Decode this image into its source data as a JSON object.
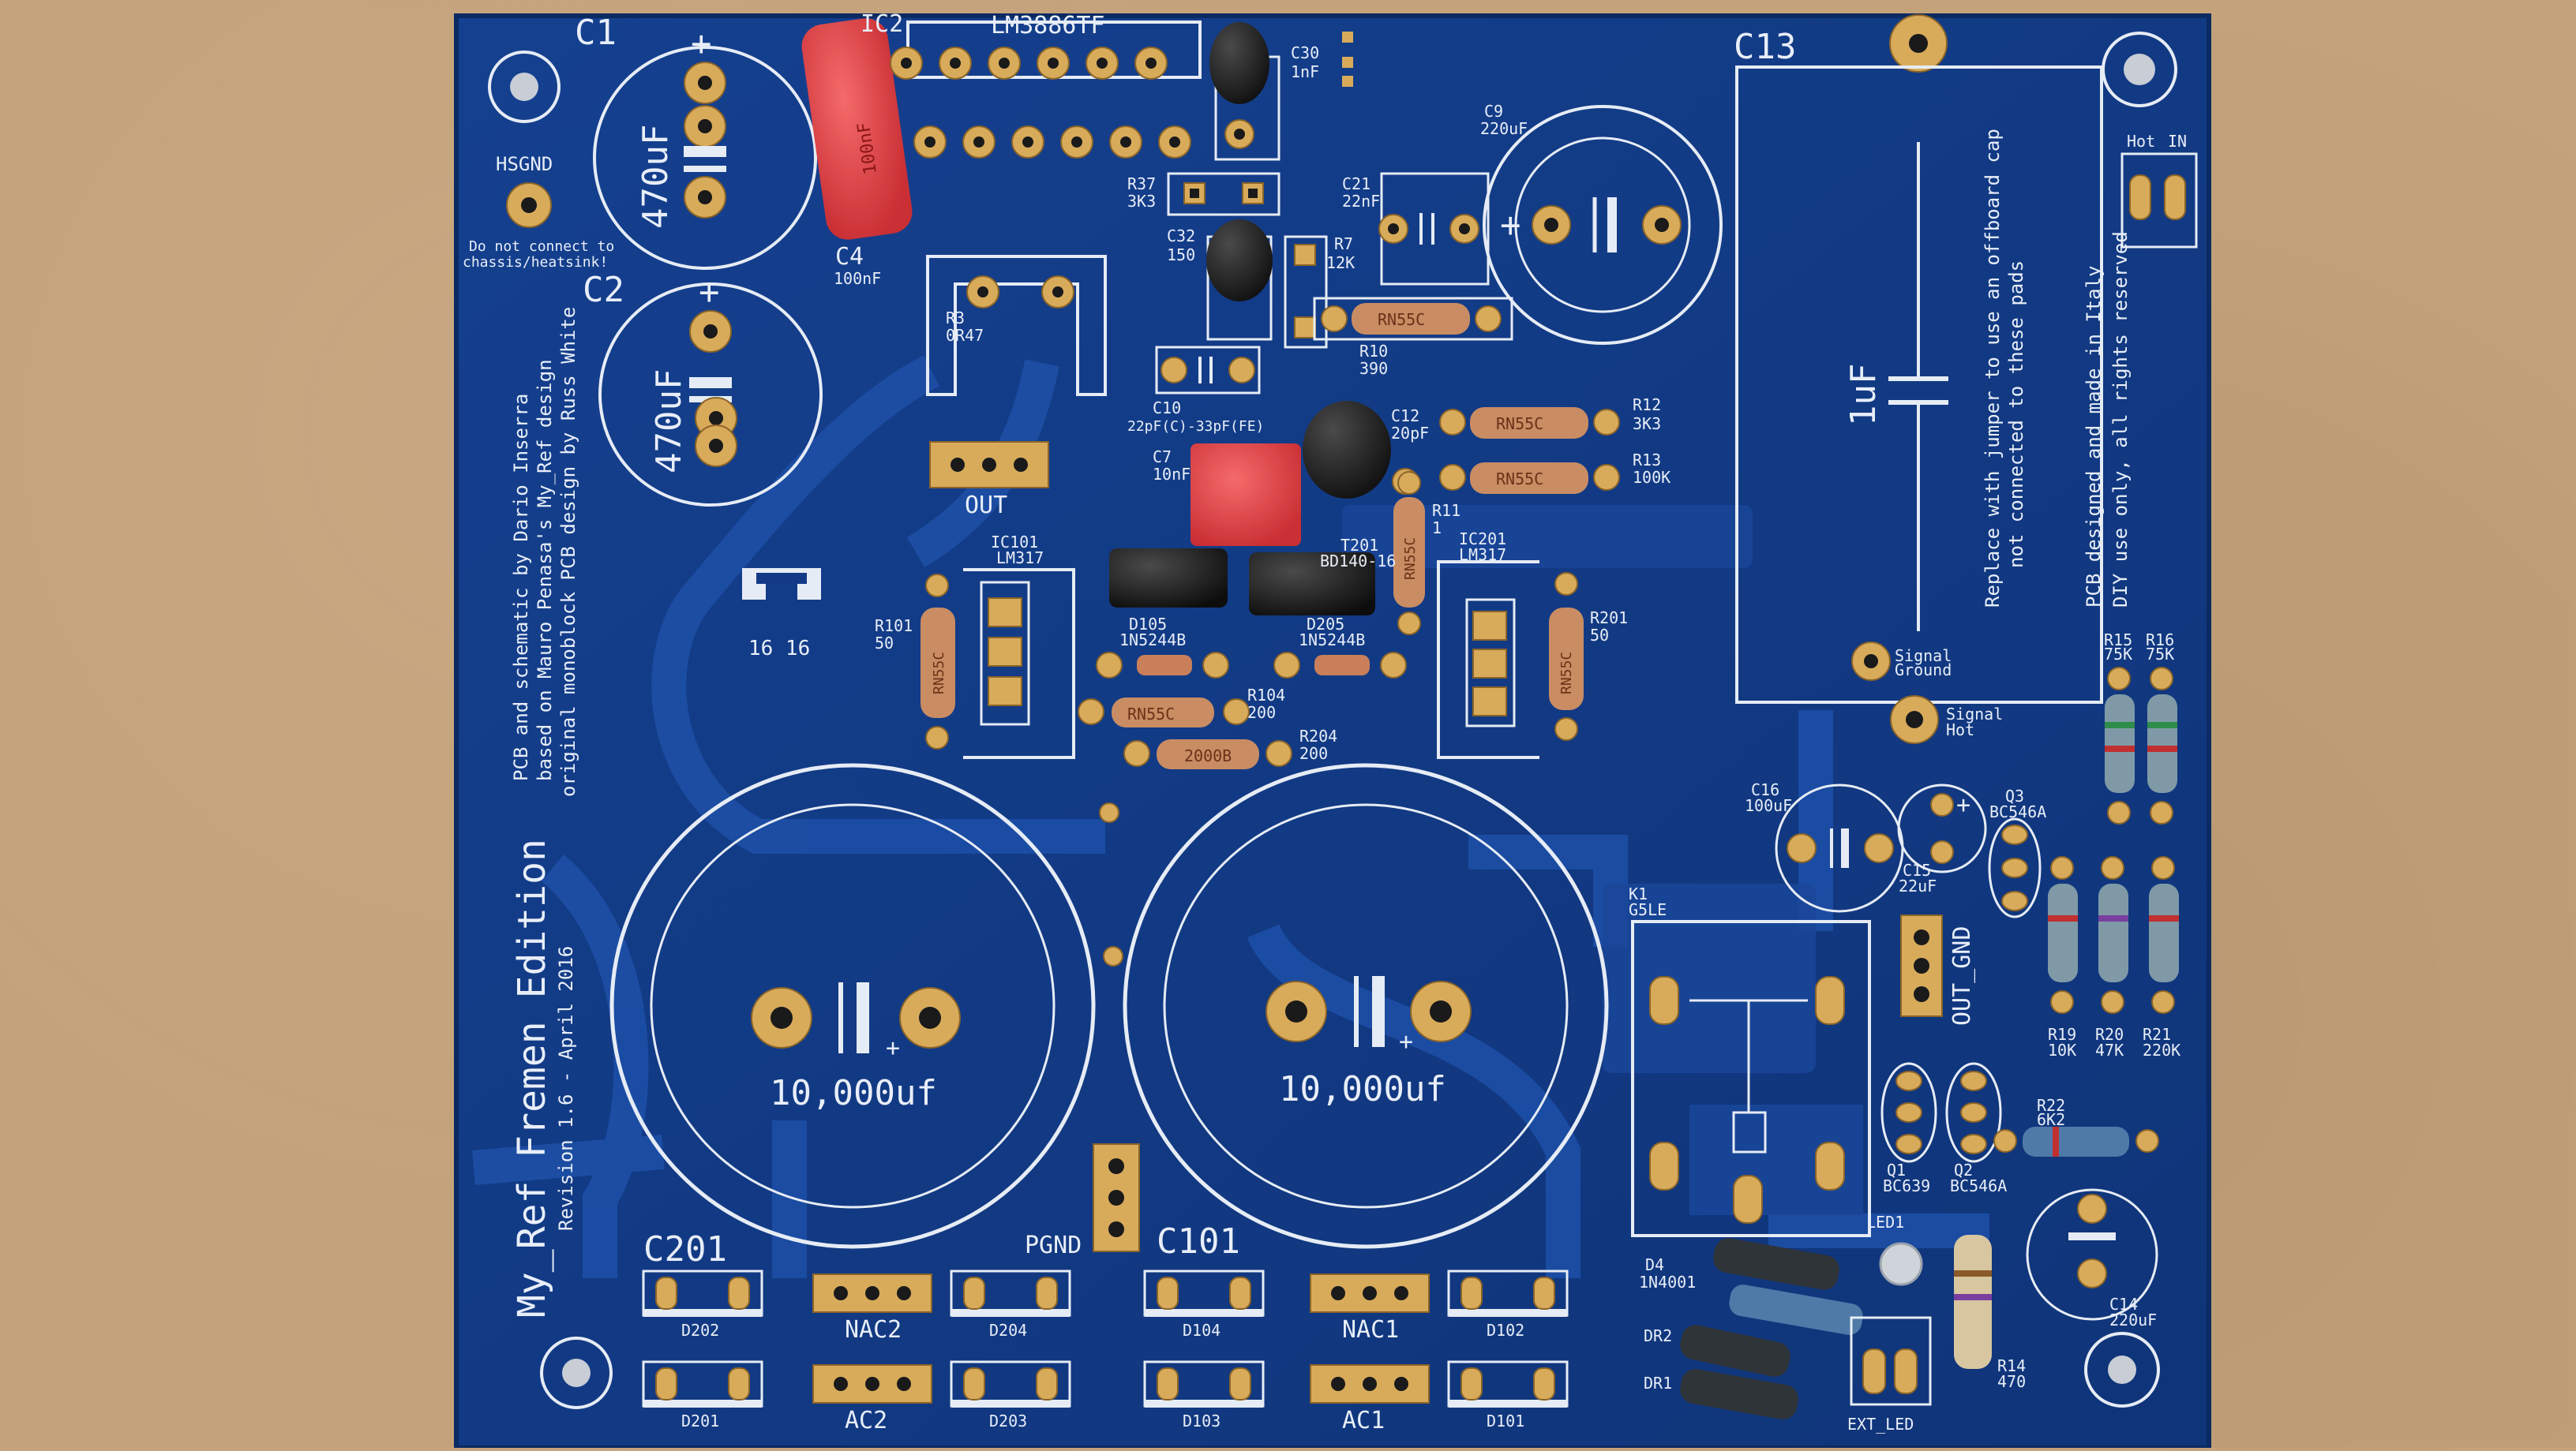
{
  "board": {
    "colors": {
      "substrate": "#123a86",
      "copper_trace": "#1d4fa6",
      "silkscreen": "#e6ecf5",
      "pad": "#d8ab5b",
      "table": "#c4a27a"
    },
    "credits": [
      "PCB and schematic by Dario Inserra",
      "based on Mauro Penasa's My_Ref design",
      "original monoblock PCB design by Russ White"
    ],
    "title": "My_Ref Fremen Edition",
    "revision": "Revision 1.6 - April 2016",
    "italy_note": [
      "PCB designed and made in Italy",
      "DIY use only, all rights reserved"
    ],
    "hsgnd": {
      "label": "HSGND",
      "note": [
        "Do not connect to",
        "chassis/heatsink!"
      ]
    },
    "ic2": {
      "ref": "IC2",
      "part": "LM3886TF"
    },
    "c1": {
      "ref": "C1",
      "value": "470uF"
    },
    "c2": {
      "ref": "C2",
      "value": "470uF"
    },
    "c4": {
      "ref": "C4",
      "value": "100nF"
    },
    "c30": {
      "ref": "C30",
      "value": "1nF"
    },
    "r37": {
      "ref": "R37",
      "value": "3K3"
    },
    "c21": {
      "ref": "C21",
      "value": "22nF"
    },
    "c9": {
      "ref": "C9",
      "value": "220uF"
    },
    "c13": {
      "ref": "C13",
      "value": "1uF"
    },
    "c13_note": [
      "Replace with jumper to use an offboard cap",
      "not connected to these pads"
    ],
    "c32": {
      "ref": "C32",
      "value": "150"
    },
    "r7": {
      "ref": "R7",
      "value": "12K"
    },
    "r3": {
      "ref": "R3",
      "value": "0R47"
    },
    "r10": {
      "ref": "R10",
      "value": "390"
    },
    "c10": {
      "ref": "C10",
      "value": "22pF(C)-33pF(FE)"
    },
    "c7": {
      "ref": "C7",
      "value": "10nF"
    },
    "c12": {
      "ref": "C12",
      "value": "20pF"
    },
    "r12": {
      "ref": "R12",
      "value": "3K3"
    },
    "r13": {
      "ref": "R13",
      "value": "100K"
    },
    "r11": {
      "ref": "R11",
      "value": "1"
    },
    "out": "OUT",
    "ic101": {
      "ref": "IC101",
      "part": "LM317"
    },
    "ic201": {
      "ref": "IC201",
      "part": "LM317"
    },
    "t201": {
      "ref": "T201",
      "part": "BD140-16"
    },
    "d105": {
      "ref": "D105",
      "part": "1N5244B"
    },
    "d205": {
      "ref": "D205",
      "part": "1N5244B"
    },
    "r101": {
      "ref": "R101",
      "value": "50"
    },
    "r201": {
      "ref": "R201",
      "value": "50"
    },
    "r104": {
      "ref": "R104",
      "value": "200"
    },
    "r204": {
      "ref": "R204",
      "value": "200"
    },
    "logo_text": "16 16",
    "signal_ground": [
      "Signal",
      "Ground"
    ],
    "signal_hot": [
      "Signal",
      "Hot"
    ],
    "hot_in": [
      "Hot",
      "IN"
    ],
    "r15": {
      "ref": "R15",
      "value": "75K"
    },
    "r16": {
      "ref": "R16",
      "value": "75K"
    },
    "c16": {
      "ref": "C16",
      "value": "100uF"
    },
    "q3": {
      "ref": "Q3",
      "part": "BC546A"
    },
    "c15": {
      "ref": "C15",
      "value": "22uF"
    },
    "k1": {
      "ref": "K1",
      "part": "G5LE"
    },
    "out_gnd": "OUT_GND",
    "r19": {
      "ref": "R19",
      "value": "10K"
    },
    "r20": {
      "ref": "R20",
      "value": "47K"
    },
    "r21": {
      "ref": "R21",
      "value": "220K"
    },
    "big_cap_left": "10,000uf",
    "big_cap_right": "10,000uf",
    "q1": {
      "ref": "Q1",
      "part": "BC639"
    },
    "q2": {
      "ref": "Q2",
      "part": "BC546A"
    },
    "r22": {
      "ref": "R22",
      "value": "6K2"
    },
    "led1": "LED1",
    "c14": {
      "ref": "C14",
      "value": "220uF"
    },
    "r14": {
      "ref": "R14",
      "value": "470"
    },
    "d4": {
      "ref": "D4",
      "part": "1N4001"
    },
    "dr2": "DR2",
    "dr1": "DR1",
    "ext_led": "EXT_LED",
    "pgnd": "PGND",
    "c201": "C201",
    "c101": "C101",
    "bottom_row1": [
      "D202",
      "NAC2",
      "D204",
      "D104",
      "NAC1",
      "D102"
    ],
    "bottom_row2": [
      "D201",
      "AC2",
      "D203",
      "D103",
      "AC1",
      "D101"
    ],
    "component_prints": {
      "c4_body": "100nF",
      "r10_body": "RN55C",
      "r12_body": "RN55C",
      "r13_body": "RN55C",
      "r11_body": "RN55C",
      "r101_body": "RN55C",
      "r201_body": "RN55C",
      "r104_body": "RN55C",
      "r204_body": "2000B"
    }
  }
}
